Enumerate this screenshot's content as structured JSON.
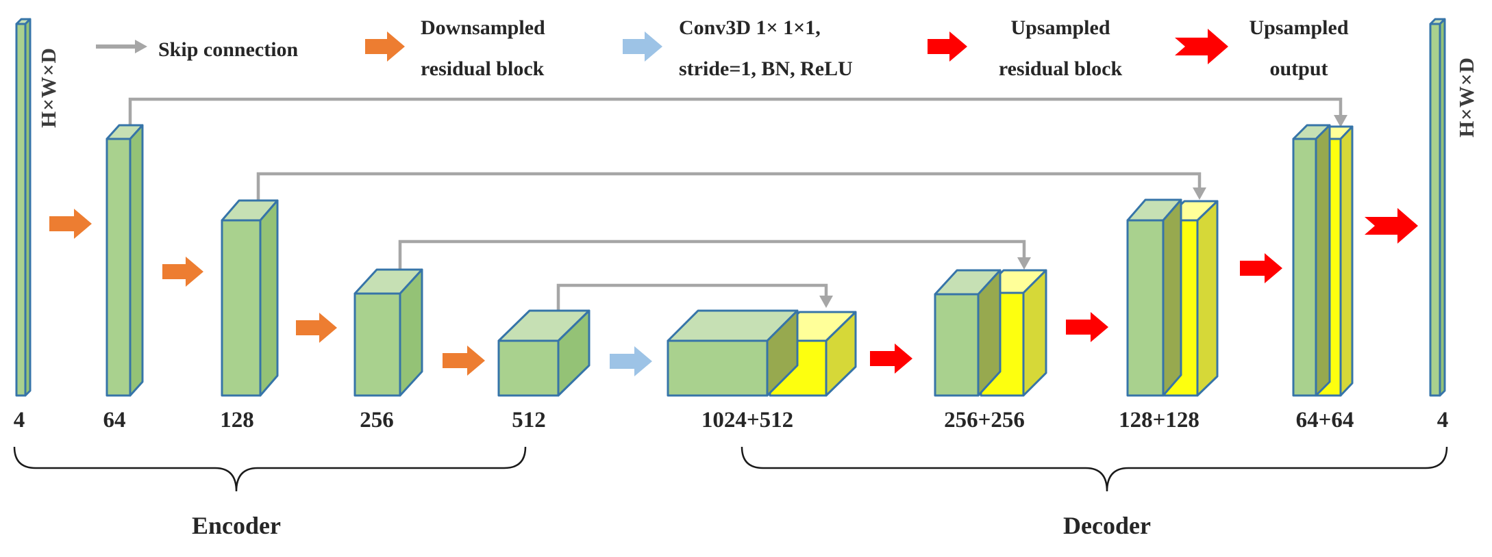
{
  "legend": {
    "items": [
      {
        "name": "skip-connection",
        "arrow_style": "thin-line",
        "color": "#A6A6A6",
        "label_line1": "Skip connection",
        "label_line2": ""
      },
      {
        "name": "downsampled-residual-block",
        "arrow_style": "block-arrow",
        "color": "#ED7D31",
        "label_line1": "Downsampled",
        "label_line2": "residual block"
      },
      {
        "name": "conv3d-block",
        "arrow_style": "block-arrow",
        "color": "#9DC3E6",
        "label_line1": "Conv3D 1× 1×1,",
        "label_line2": "stride=1, BN, ReLU"
      },
      {
        "name": "upsampled-residual-block",
        "arrow_style": "block-arrow",
        "color": "#FF0000",
        "label_line1": "Upsampled",
        "label_line2": "residual block"
      },
      {
        "name": "upsampled-output",
        "arrow_style": "notched-arrow",
        "color": "#FF0000",
        "label_line1": "Upsampled",
        "label_line2": "output"
      }
    ]
  },
  "input": {
    "dims": "H×W×D",
    "channels": "4"
  },
  "output": {
    "dims": "H×W×D",
    "channels": "4"
  },
  "encoder": {
    "label": "Encoder",
    "channels": [
      "64",
      "128",
      "256",
      "512"
    ]
  },
  "bottleneck": {
    "channels": "1024+512"
  },
  "decoder": {
    "label": "Decoder",
    "channels": [
      "256+256",
      "128+128",
      "64+64"
    ]
  },
  "colors": {
    "skip_gray": "#A6A6A6",
    "downsample_orange": "#ED7D31",
    "conv_blue": "#9DC3E6",
    "upsample_red": "#FF0000",
    "green_front": "#A9D18E",
    "green_top": "#C6E0B4",
    "green_side": "#94C276",
    "overlap_olive": "#97A94F",
    "yellow_front": "#FDFF0F",
    "yellow_top": "#FFFF99",
    "yellow_side": "#D6D838",
    "outline_blue": "#3674A8",
    "text": "#262626"
  }
}
